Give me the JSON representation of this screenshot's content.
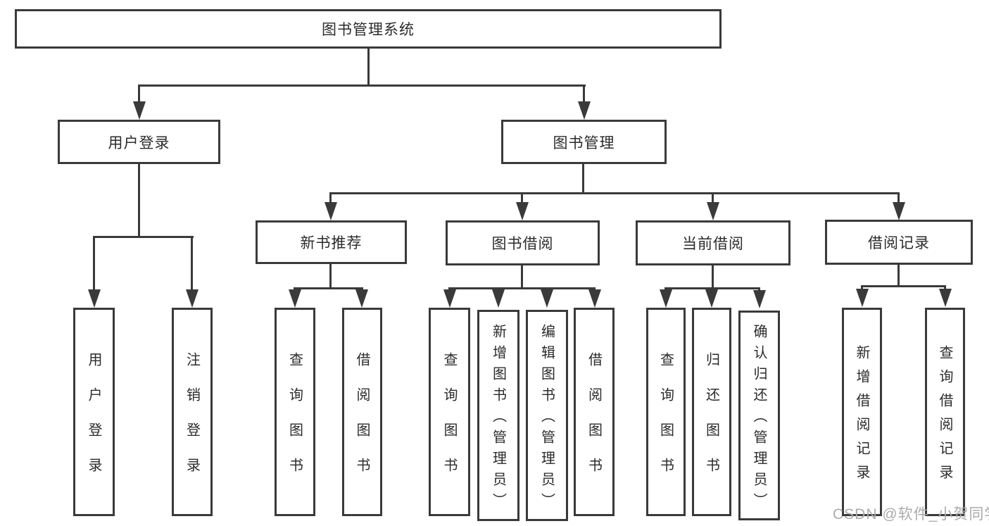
{
  "diagram": {
    "type": "tree",
    "root": {
      "label": "图书管理系统",
      "children": [
        {
          "label": "用户登录",
          "children": [
            {
              "label": "用户登录"
            },
            {
              "label": "注销登录"
            }
          ]
        },
        {
          "label": "图书管理",
          "children": [
            {
              "label": "新书推荐",
              "children": [
                {
                  "label": "查询图书"
                },
                {
                  "label": "借阅图书"
                }
              ]
            },
            {
              "label": "图书借阅",
              "children": [
                {
                  "label": "查询图书"
                },
                {
                  "label": "新增图书（管理员）"
                },
                {
                  "label": "编辑图书（管理员）"
                },
                {
                  "label": "借阅图书"
                }
              ]
            },
            {
              "label": "当前借阅",
              "children": [
                {
                  "label": "查询图书"
                },
                {
                  "label": "归还图书"
                },
                {
                  "label": "确认归还（管理员）"
                }
              ]
            },
            {
              "label": "借阅记录",
              "children": [
                {
                  "label": "新增借阅记录"
                },
                {
                  "label": "查询借阅记录"
                }
              ]
            }
          ]
        }
      ]
    }
  },
  "watermark": {
    "text": "CSDN @软件_小贺同学",
    "color": "#ababab"
  },
  "colors": {
    "line": "#3a3a3a",
    "box_border": "#3a3a3a",
    "box_fill": "#ffffff",
    "text": "#2b2b2b",
    "background": "#ffffff"
  }
}
